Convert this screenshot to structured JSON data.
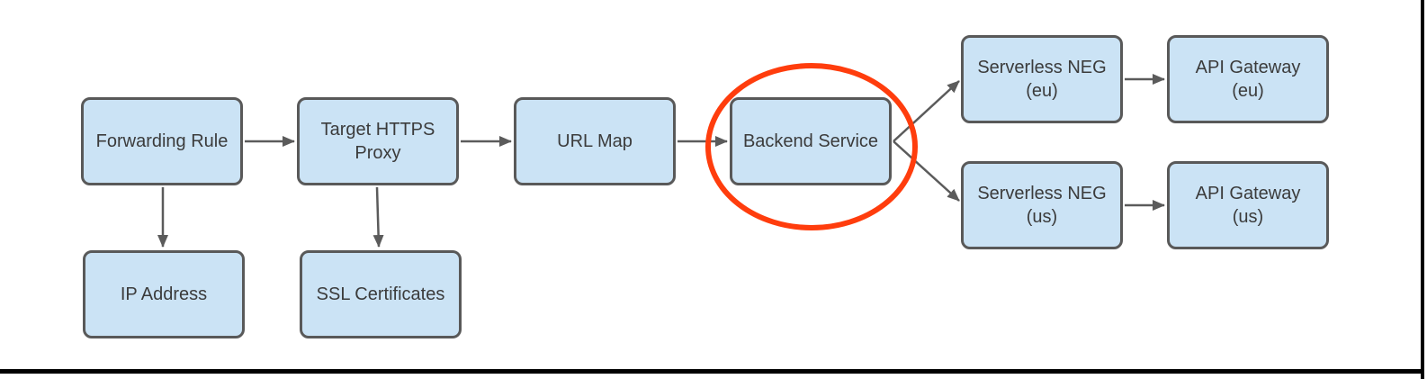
{
  "page": {
    "background": "#ffffff",
    "frame": {
      "right_border_color": "#000000",
      "bottom_border_color": "#000000"
    }
  },
  "diagram": {
    "nodes": [
      {
        "id": "forwarding-rule",
        "label": "Forwarding Rule"
      },
      {
        "id": "target-https-proxy",
        "label": "Target HTTPS\nProxy"
      },
      {
        "id": "url-map",
        "label": "URL Map"
      },
      {
        "id": "backend-service",
        "label": "Backend Service"
      },
      {
        "id": "serverless-neg-eu",
        "label": "Serverless NEG\n(eu)"
      },
      {
        "id": "api-gateway-eu",
        "label": "API Gateway\n(eu)"
      },
      {
        "id": "serverless-neg-us",
        "label": "Serverless NEG\n(us)"
      },
      {
        "id": "api-gateway-us",
        "label": "API Gateway\n(us)"
      },
      {
        "id": "ip-address",
        "label": "IP Address"
      },
      {
        "id": "ssl-certificates",
        "label": "SSL Certificates"
      }
    ],
    "edges": [
      {
        "from": "Forwarding Rule",
        "to": "Target HTTPS Proxy"
      },
      {
        "from": "Target HTTPS Proxy",
        "to": "URL Map"
      },
      {
        "from": "URL Map",
        "to": "Backend Service"
      },
      {
        "from": "Backend Service",
        "to": "Serverless NEG (eu)"
      },
      {
        "from": "Backend Service",
        "to": "Serverless NEG (us)"
      },
      {
        "from": "Serverless NEG (eu)",
        "to": "API Gateway (eu)"
      },
      {
        "from": "Serverless NEG (us)",
        "to": "API Gateway (us)"
      },
      {
        "from": "Forwarding Rule",
        "to": "IP Address"
      },
      {
        "from": "Target HTTPS Proxy",
        "to": "SSL Certificates"
      }
    ],
    "annotation": {
      "shape": "ellipse",
      "highlights": "Backend Service",
      "color": "#ff3d0d"
    },
    "style": {
      "node_fill": "#cbe3f5",
      "node_border": "#595959",
      "node_text": "#3b3b3b",
      "arrow_color": "#5b5b5b"
    }
  }
}
